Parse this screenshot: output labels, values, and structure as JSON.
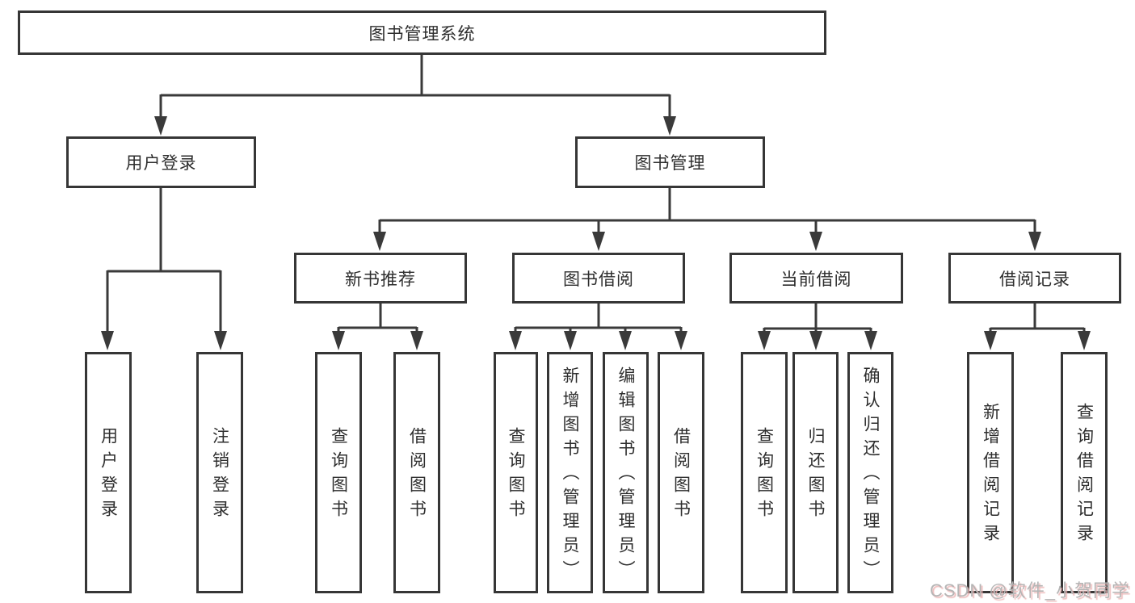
{
  "tree": {
    "label": "图书管理系统",
    "children": [
      {
        "label": "用户登录",
        "children": [
          {
            "label": "用户登录"
          },
          {
            "label": "注销登录"
          }
        ]
      },
      {
        "label": "图书管理",
        "children": [
          {
            "label": "新书推荐",
            "children": [
              {
                "label": "查询图书"
              },
              {
                "label": "借阅图书"
              }
            ]
          },
          {
            "label": "图书借阅",
            "children": [
              {
                "label": "查询图书"
              },
              {
                "label": "新增图书（管理员）"
              },
              {
                "label": "编辑图书（管理员）"
              },
              {
                "label": "借阅图书"
              }
            ]
          },
          {
            "label": "当前借阅",
            "children": [
              {
                "label": "查询图书"
              },
              {
                "label": "归还图书"
              },
              {
                "label": "确认归还（管理员）"
              }
            ]
          },
          {
            "label": "借阅记录",
            "children": [
              {
                "label": "新增借阅记录"
              },
              {
                "label": "查询借阅记录"
              }
            ]
          }
        ]
      }
    ]
  },
  "watermark": "CSDN @软件_小贺同学",
  "colors": {
    "line": "#3a3a3a",
    "box_border": "#363636",
    "text": "#2e2e2e",
    "background": "#ffffff",
    "watermark_text": "#b5b5b5",
    "watermark_shadow": "#ebb2b2"
  }
}
